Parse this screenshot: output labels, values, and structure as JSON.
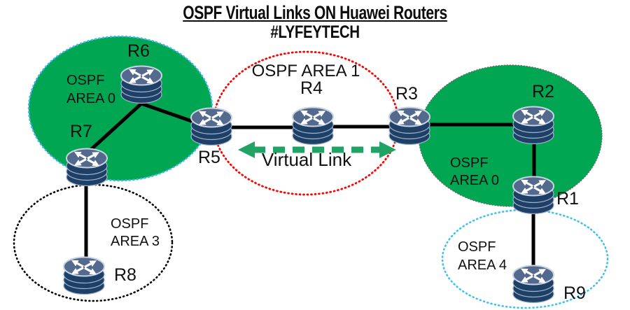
{
  "title": "OSPF Virtual Links ON Huawei Routers",
  "subtitle": "#LYFEYTECH",
  "diagram_type": "network-topology",
  "routers": {
    "R1": {
      "label": "R1"
    },
    "R2": {
      "label": "R2"
    },
    "R3": {
      "label": "R3"
    },
    "R4": {
      "label": "R4"
    },
    "R5": {
      "label": "R5"
    },
    "R6": {
      "label": "R6"
    },
    "R7": {
      "label": "R7"
    },
    "R8": {
      "label": "R8"
    },
    "R9": {
      "label": "R9"
    }
  },
  "areas": {
    "area0_left": {
      "name": "OSPF AREA 0",
      "lines": [
        "OSPF",
        "AREA 0"
      ],
      "fill": "#00A651",
      "border": "#41B6E8",
      "members": [
        "R6",
        "R7",
        "R5"
      ]
    },
    "area1": {
      "name": "OSPF AREA 1",
      "label": "OSPF AREA 1",
      "border": "#FF0000",
      "members": [
        "R5",
        "R4",
        "R3"
      ]
    },
    "area0_right": {
      "name": "OSPF AREA 0",
      "lines": [
        "OSPF",
        "AREA 0"
      ],
      "fill": "#00A651",
      "border": "#6A6A6A",
      "members": [
        "R3",
        "R2",
        "R1"
      ]
    },
    "area3": {
      "name": "OSPF AREA 3",
      "lines": [
        "OSPF",
        "AREA 3"
      ],
      "border": "#000000",
      "members": [
        "R7",
        "R8"
      ]
    },
    "area4": {
      "name": "OSPF AREA 4",
      "lines": [
        "OSPF",
        "AREA 4"
      ],
      "border": "#3EC1F0",
      "members": [
        "R1",
        "R9"
      ]
    }
  },
  "links": [
    {
      "from": "R6",
      "to": "R7"
    },
    {
      "from": "R6",
      "to": "R5"
    },
    {
      "from": "R5",
      "to": "R4"
    },
    {
      "from": "R4",
      "to": "R3"
    },
    {
      "from": "R3",
      "to": "R2"
    },
    {
      "from": "R2",
      "to": "R1"
    },
    {
      "from": "R7",
      "to": "R8"
    },
    {
      "from": "R1",
      "to": "R9"
    }
  ],
  "virtual_link": {
    "label": "Virtual Link",
    "from": "R5",
    "to": "R3",
    "color": "#21A366"
  },
  "colors": {
    "area_fill_green": "#00A651",
    "link_black": "#000000",
    "router_body": "#1E3F66",
    "router_top": "#54698E",
    "router_arrows": "#FFFFFF"
  }
}
